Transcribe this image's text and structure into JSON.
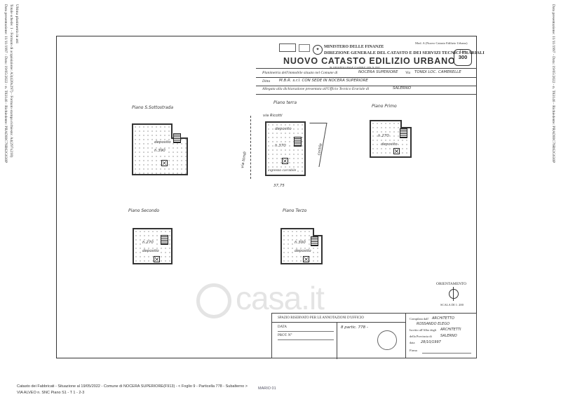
{
  "left_margin": {
    "line1": "Data presentazione: 11/11/1997 - Data: 19/05/2022 - n. T83146 - Richiedente: PRADI0C76R62G630P",
    "line2": "Totale schede: 1 - Formato di acquisizione: A3(420x297) - Formato stampa richiesto: A4(297x210)",
    "line3": "Ultima planimetria in atti"
  },
  "right_margin": {
    "line1": "Data presentazione: 11/11/1997 - Data: 19/05/2022 - n. T83146 - Richiedente: PRADI0C76R62G630P"
  },
  "header": {
    "model": "Mod. A (Nuovo Catasto Edilizio Urbano)",
    "ministry": "MINISTERO DELLE FINANZE",
    "directorate": "DIREZIONE GENERALE DEL CATASTO E DEI SERVIZI TECNICI ERARIALI",
    "title": "NUOVO CATASTO EDILIZIO URBANO",
    "law_note": "(R. DECRETO-LEGGE 13 APRILE 1939, N. 652)",
    "lire_label": "Lire",
    "lire_value": "300",
    "line_planimetry_label": "Planimetria dell'immobile situato nel Comune di",
    "line_planimetry_value": "NOCERA SUPERIORE",
    "line_via_label": "Via",
    "line_via_value": "TONDI LOC. CAMERELLE",
    "line_ditta_label": "Ditta",
    "line_ditta_value": "M.B.R. s.r.l.   CON SEDE IN NOCERA SUPERIORE",
    "line_allegata_label": "Allegata alla dichiarazione presentata all'Ufficio Tecnico Erariale di",
    "line_allegata_value": "SALERNO"
  },
  "floors": {
    "sottostrada": {
      "title": "Piano  S.Sottostrada",
      "area": "h.390",
      "note": "deposito"
    },
    "terra": {
      "title": "Piano  terra",
      "area": "h.370",
      "note": "deposito",
      "road_top": "via Ricotti",
      "road_side": "via tondi",
      "courtyard": "cortile",
      "entrance": "ingresso carrabile",
      "dims": "37,75"
    },
    "primo": {
      "title": "Piano  Primo",
      "area": "h.270",
      "note": "deposito"
    },
    "secondo": {
      "title": "Piano  Secondo",
      "area": "h.270",
      "note": "deposito"
    },
    "terzo": {
      "title": "Piano  Terzo",
      "area": "h.300",
      "note": "deposito"
    }
  },
  "orientation": {
    "label": "ORIENTAMENTO",
    "scale": "SCALA DI 1: 200"
  },
  "office_box": {
    "title": "SPAZIO RISERVATO PER LE ANNOTAZIONI D'UFFICIO",
    "data_label": "DATA",
    "prot_label": "PROT. N°",
    "stamp": "8 partic. 778 -",
    "compiled_label": "Compilata dall'",
    "compiled_value": "ARCHITETTO",
    "name": "ROSSANDO ELEGO",
    "albo_label": "Iscritto all'Albo degli",
    "albo_value": "ARCHITETTI",
    "provincia_label": "della Provincia di",
    "provincia_value": "SALERNO",
    "date_label": "data",
    "date_value": "28/10/1997",
    "firma_label": "Firma"
  },
  "footer": {
    "line1": "Catasto dei Fabbricati - Situazione al 19/05/2022 - Comune di NOCERA SUPERIORE(F913) - < Foglio 9 - Particella 778 - Subalterno >",
    "line2": "VIA ALVEO n. SNC Piano S1 - T 1 - 2-3",
    "stamp": "MARIO 01"
  },
  "watermark": "casa.it"
}
